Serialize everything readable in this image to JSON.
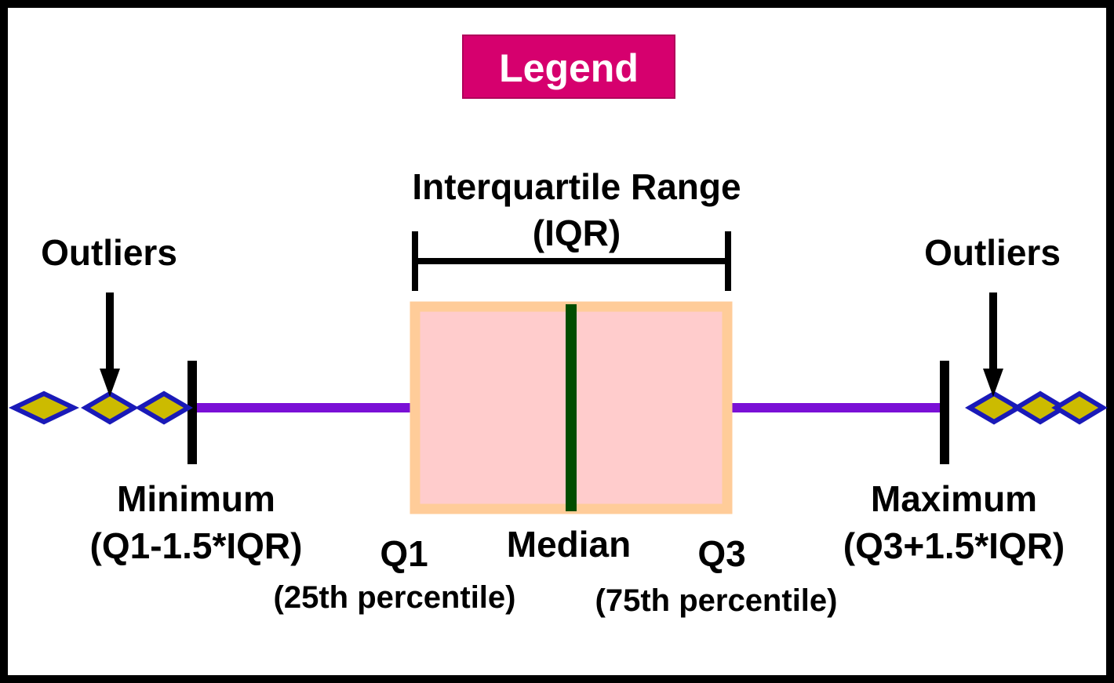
{
  "legend": {
    "title": "Legend"
  },
  "labels": {
    "iqr_line1": "Interquartile Range",
    "iqr_line2": "(IQR)",
    "outliers_left": "Outliers",
    "outliers_right": "Outliers",
    "minimum_line1": "Minimum",
    "minimum_line2": "(Q1-1.5*IQR)",
    "q1_line1": "Q1",
    "q1_line2": "(25th percentile)",
    "median": "Median",
    "q3_line1": "Q3",
    "q3_line2": "(75th percentile)",
    "maximum_line1": "Maximum",
    "maximum_line2": "(Q3+1.5*IQR)"
  },
  "colors": {
    "frame": "#000000",
    "legend_fill": "#d6006e",
    "legend_text": "#ffffff",
    "box_border": "#ffcc99",
    "box_fill": "#ffcccc",
    "median_line": "#004d00",
    "whisker": "#7a10d6",
    "tick": "#000000",
    "outlier_border": "#1a1ab8",
    "outlier_fill": "#ccbb00"
  },
  "icons": {
    "outlier_marker": "diamond-marker-icon",
    "pointer": "arrow-down-icon"
  }
}
